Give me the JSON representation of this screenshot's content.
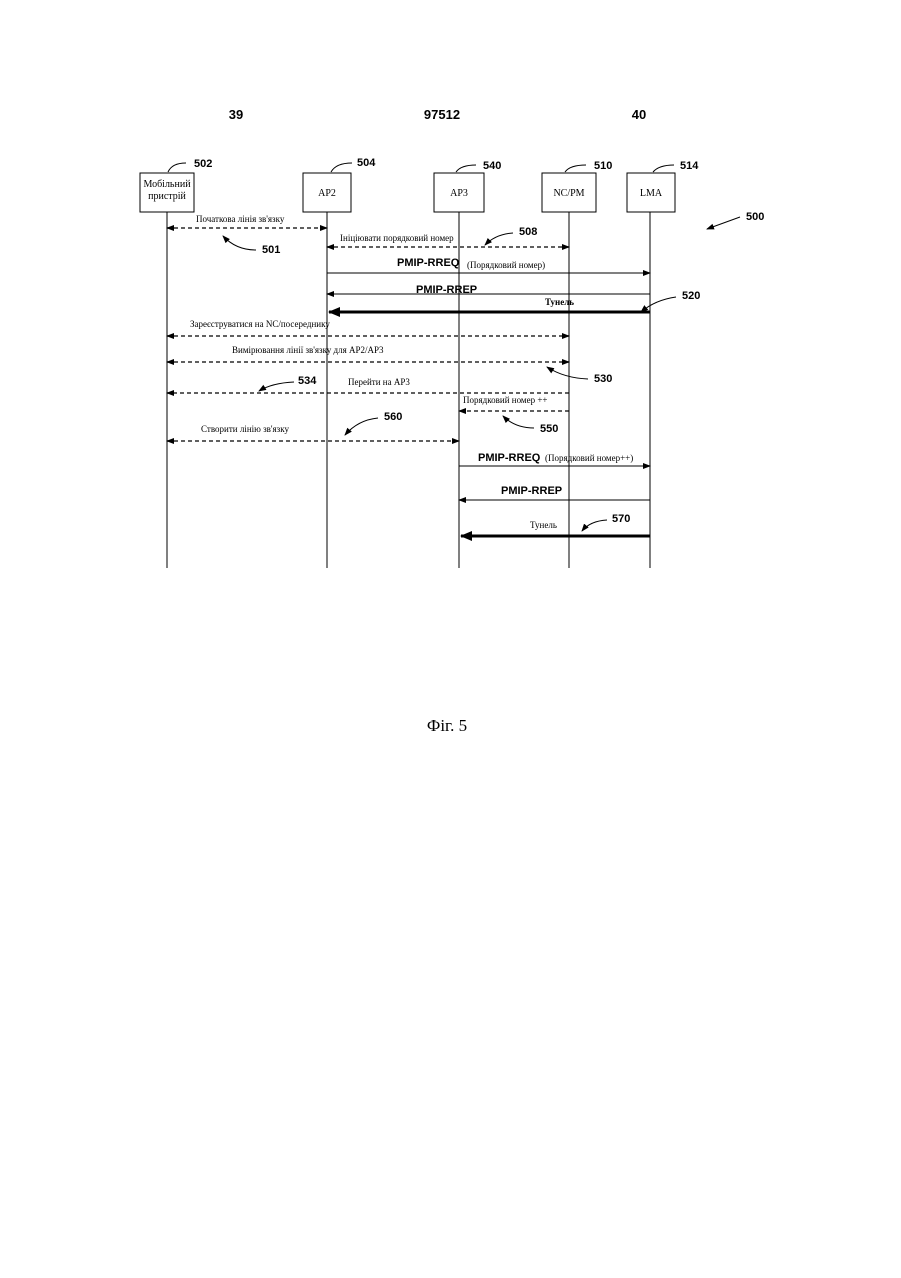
{
  "header": {
    "left_page": "39",
    "patent_number": "97512",
    "right_page": "40"
  },
  "diagram": {
    "figure_ref": "500",
    "entities": [
      {
        "line1": "Мобільний",
        "line2": "пристрій",
        "ref": "502"
      },
      {
        "label": "AP2",
        "ref": "504"
      },
      {
        "label": "AP3",
        "ref": "540"
      },
      {
        "label": "NC/PM",
        "ref": "510"
      },
      {
        "label": "LMA",
        "ref": "514"
      }
    ],
    "messages": {
      "m1": {
        "text": "Початкова лінія зв'язку",
        "ref": "501"
      },
      "m2": {
        "text": "Ініціювати порядковий номер",
        "ref": "508"
      },
      "m3": {
        "main": "PMIP-RREQ",
        "detail": "(Порядковий номер)"
      },
      "m4": {
        "main": "PMIP-RREP"
      },
      "m5": {
        "text": "Тунель",
        "ref": "520"
      },
      "m6": {
        "text": "Зареєструватися на NC/посереднику"
      },
      "m7": {
        "text": "Вимірювання лінії зв'язку для AP2/AP3",
        "ref": "530"
      },
      "m8": {
        "text": "Перейти на AP3",
        "ref": "534"
      },
      "m9": {
        "text": "Порядковий номер ++",
        "ref": "550"
      },
      "m10": {
        "text": "Створити лінію зв'язку",
        "ref": "560"
      },
      "m11": {
        "main": "PMIP-RREQ",
        "detail": "(Порядковий номер++)"
      },
      "m12": {
        "main": "PMIP-RREP"
      },
      "m13": {
        "text": "Тунель",
        "ref": "570"
      }
    }
  },
  "caption": "Фіг. 5"
}
